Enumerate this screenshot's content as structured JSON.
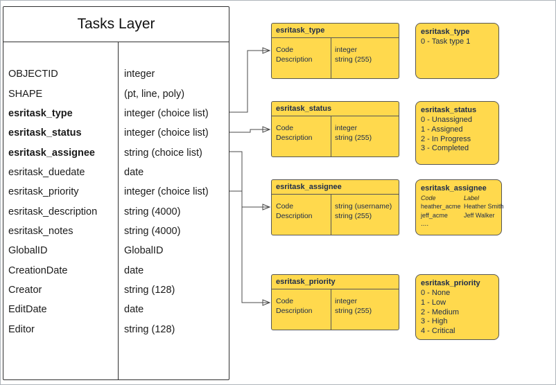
{
  "colors": {
    "box_fill": "#ffd94d",
    "box_border": "#555555",
    "header_text": "#1c2b4a",
    "connector": "#4a4a4a"
  },
  "tasks_layer": {
    "title": "Tasks Layer",
    "rows": [
      {
        "field": "OBJECTID",
        "type": "integer",
        "bold": false
      },
      {
        "field": "SHAPE",
        "type": "(pt, line, poly)",
        "bold": false
      },
      {
        "field": "esritask_type",
        "type": "integer (choice list)",
        "bold": true
      },
      {
        "field": "esritask_status",
        "type": "integer (choice list)",
        "bold": true
      },
      {
        "field": "esritask_assignee",
        "type": "string (choice list)",
        "bold": true
      },
      {
        "field": "esritask_duedate",
        "type": "date",
        "bold": false
      },
      {
        "field": "esritask_priority",
        "type": "integer (choice list)",
        "bold": false
      },
      {
        "field": "esritask_description",
        "type": "string (4000)",
        "bold": false
      },
      {
        "field": "esritask_notes",
        "type": "string (4000)",
        "bold": false
      },
      {
        "field": "GlobalID",
        "type": "GlobalID",
        "bold": false
      },
      {
        "field": "CreationDate",
        "type": "date",
        "bold": false
      },
      {
        "field": "Creator",
        "type": "string (128)",
        "bold": false
      },
      {
        "field": "EditDate",
        "type": "date",
        "bold": false
      },
      {
        "field": "Editor",
        "type": "string (128)",
        "bold": false
      }
    ]
  },
  "entities": [
    {
      "title": "esritask_type",
      "rows": [
        {
          "name": "Code",
          "type": "integer"
        },
        {
          "name": "Description",
          "type": "string (255)"
        }
      ]
    },
    {
      "title": "esritask_status",
      "rows": [
        {
          "name": "Code",
          "type": "integer"
        },
        {
          "name": "Description",
          "type": "string (255)"
        }
      ]
    },
    {
      "title": "esritask_assignee",
      "rows": [
        {
          "name": "Code",
          "type": "string  (username)"
        },
        {
          "name": "Description",
          "type": "string (255)"
        }
      ]
    },
    {
      "title": "esritask_priority",
      "rows": [
        {
          "name": "Code",
          "type": "integer"
        },
        {
          "name": "Description",
          "type": "string (255)"
        }
      ]
    }
  ],
  "values": [
    {
      "title": "esritask_type",
      "lines": [
        "0 - Task type 1"
      ]
    },
    {
      "title": "esritask_status",
      "lines": [
        "0 - Unassigned",
        "1 - Assigned",
        "2 - In Progress",
        "3 - Completed"
      ]
    },
    {
      "title": "esritask_assignee",
      "col_headers": [
        "Code",
        "Label"
      ],
      "rows": [
        [
          "heather_acme",
          "Heather Smith"
        ],
        [
          "jeff_acme",
          "Jeff Walker"
        ]
      ],
      "more": "...."
    },
    {
      "title": "esritask_priority",
      "lines": [
        "0 - None",
        "1 - Low",
        "2 - Medium",
        "3 - High",
        "4 - Critical"
      ]
    }
  ]
}
